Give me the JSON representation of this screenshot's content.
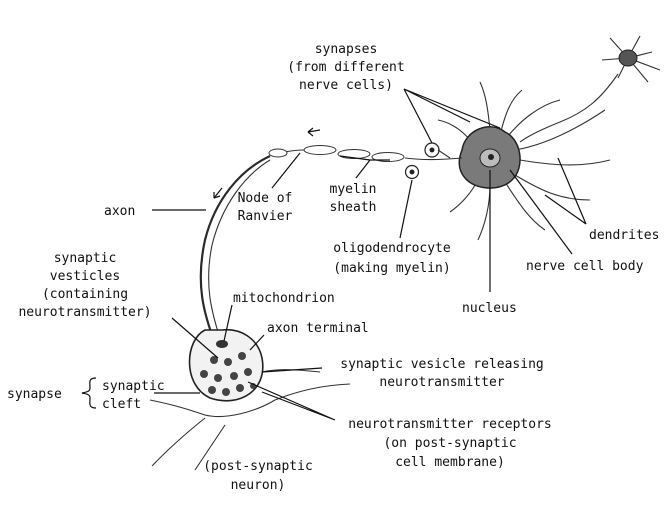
{
  "labels": {
    "synapses_from": [
      "synapses",
      "(from different",
      "nerve cells)"
    ],
    "axon": "axon",
    "node_of_ranvier": [
      "Node of",
      "Ranvier"
    ],
    "myelin_sheath": [
      "myelin",
      "sheath"
    ],
    "oligodendrocyte": [
      "oligodendrocyte",
      "(making myelin)"
    ],
    "dendrites": "dendrites",
    "nerve_cell_body": "nerve cell body",
    "nucleus": "nucleus",
    "synaptic_vesicles": [
      "synaptic",
      "vesticles",
      "(containing",
      "neurotransmitter)"
    ],
    "mitochondrion": "mitochondrion",
    "axon_terminal": "axon terminal",
    "synaptic_vesicle_releasing": [
      "synaptic vesicle releasing",
      "neurotransmitter"
    ],
    "synapse": "synapse",
    "synaptic_cleft": [
      "synaptic",
      "cleft"
    ],
    "neurotransmitter_receptors": [
      "neurotransmitter receptors",
      "(on post-synaptic",
      "cell membrane)"
    ],
    "post_synaptic_neuron": [
      "(post-synaptic",
      "neuron)"
    ]
  }
}
